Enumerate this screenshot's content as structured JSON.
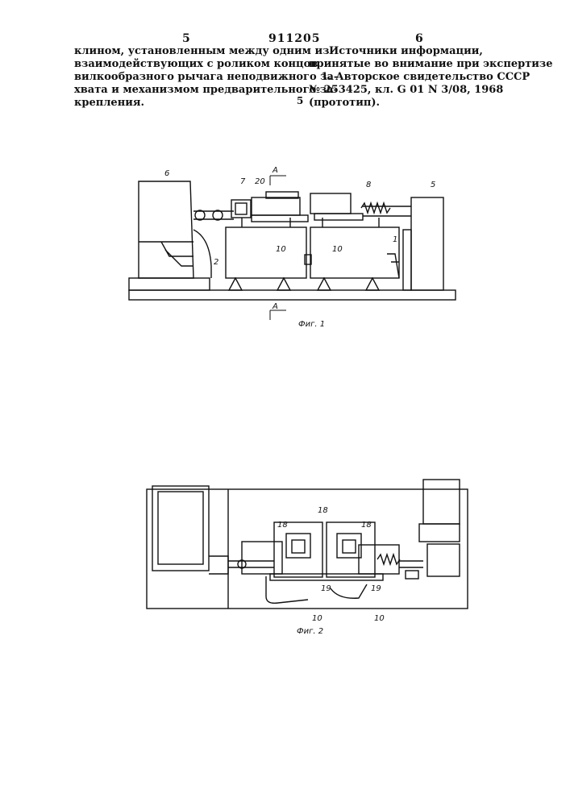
{
  "header": {
    "left_page": "5",
    "patent_no": "911205",
    "right_page": "6"
  },
  "left_column": {
    "lines": [
      "клином, установленным между одним из",
      "взаимодействующих с роликом концов",
      "вилкообразного рычага неподвижного за-",
      "хвата и механизмом предварительного за-",
      "крепления."
    ]
  },
  "right_column": {
    "lines": [
      "Источники информации,",
      "принятые во внимание при экспертизе",
      "1. Авторское свидетельство СССР",
      "№ 253425, кл. G 01 N 3/08, 1968",
      "(прототип)."
    ],
    "margin_number": "5"
  },
  "figure1": {
    "caption": "Фиг. 1",
    "section_mark": "A",
    "labels": [
      "6",
      "7",
      "20",
      "8",
      "5",
      "2",
      "10",
      "10",
      "1"
    ]
  },
  "figure2": {
    "caption": "Фиг. 2",
    "labels": [
      "18",
      "18",
      "18",
      "19",
      "19",
      "10",
      "10"
    ]
  }
}
